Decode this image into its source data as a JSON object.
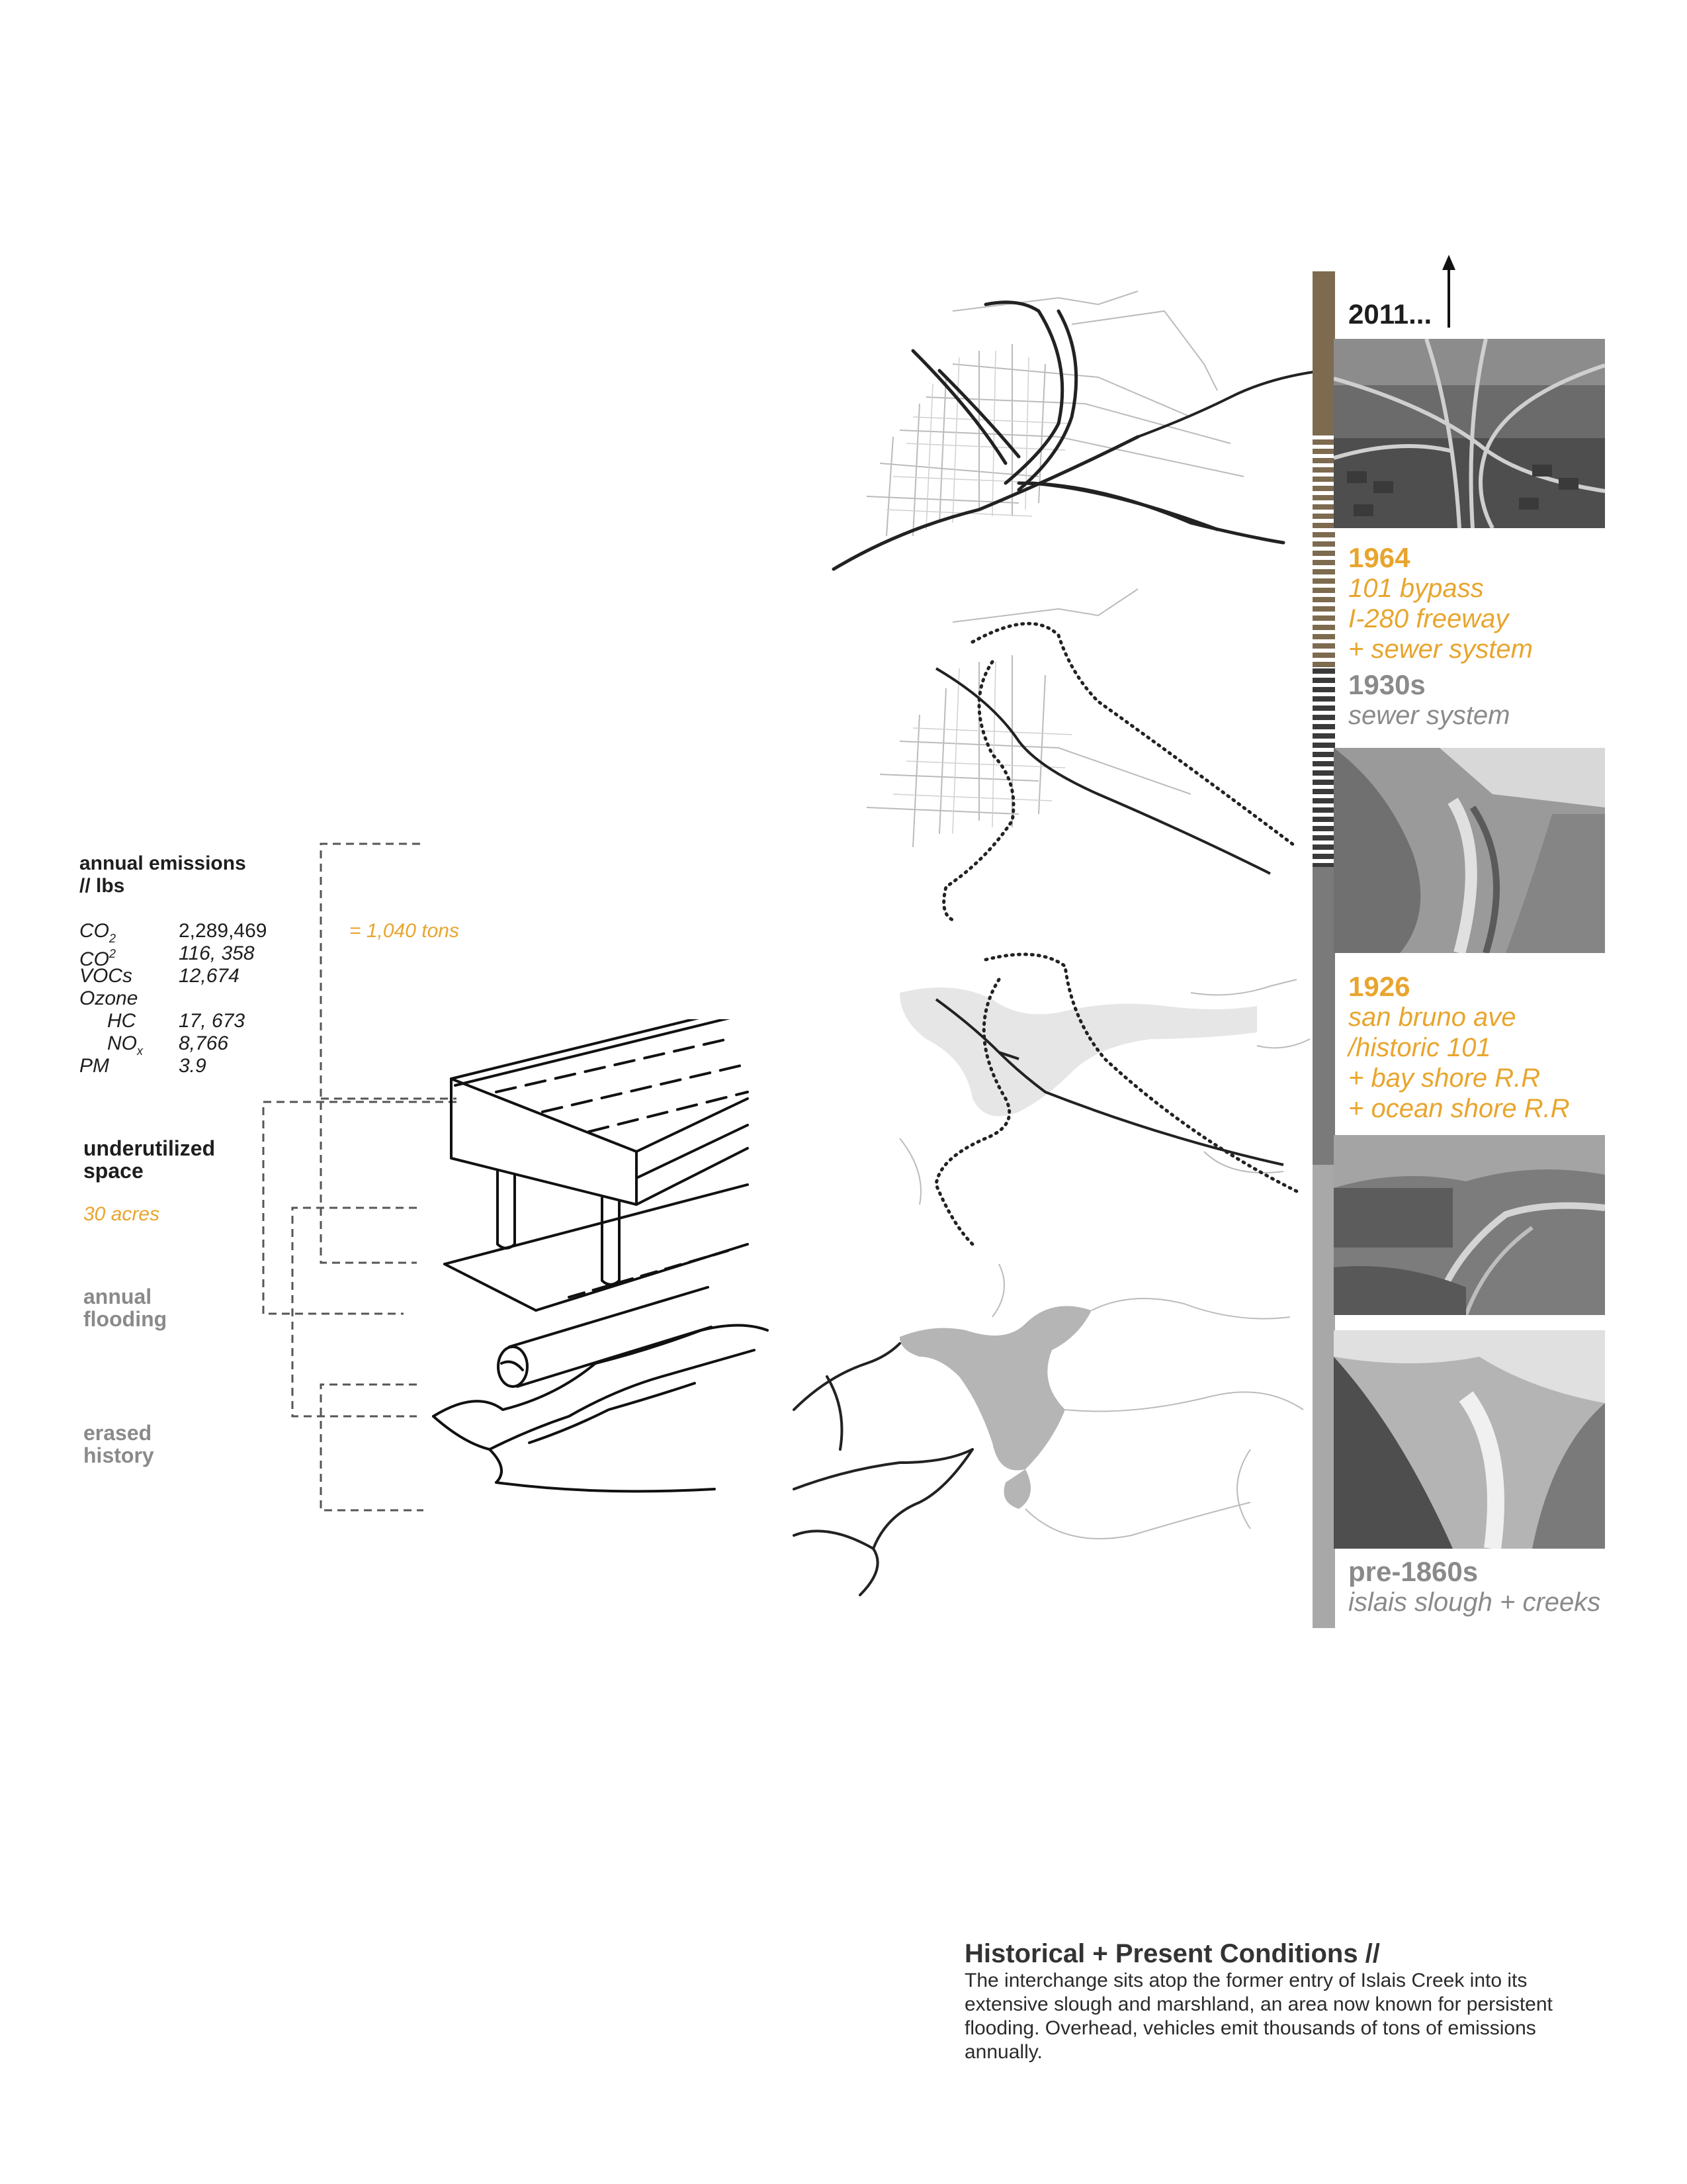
{
  "emissions": {
    "heading_line1": "annual emissions",
    "heading_line2": "// lbs",
    "rows": [
      {
        "name": "CO",
        "mark": "2",
        "mark_type": "sub",
        "value": "2,289,469",
        "indent": false
      },
      {
        "name": "CO",
        "mark": "2",
        "mark_type": "sup",
        "value": "116, 358",
        "indent": false
      },
      {
        "name": "VOCs",
        "mark": "",
        "mark_type": "",
        "value": "12,674",
        "indent": false
      },
      {
        "name": "Ozone",
        "mark": "",
        "mark_type": "",
        "value": "",
        "indent": false
      },
      {
        "name": "HC",
        "mark": "",
        "mark_type": "",
        "value": "17, 673",
        "indent": true
      },
      {
        "name": "NO",
        "mark": "x",
        "mark_type": "sub",
        "value": "8,766",
        "indent": true
      },
      {
        "name": "PM",
        "mark": "",
        "mark_type": "",
        "value": "3.9",
        "indent": false
      }
    ],
    "total": "= 1,040 tons"
  },
  "categories": {
    "underutilized_line1": "underutilized",
    "underutilized_line2": "space",
    "underutilized_value": "30 acres",
    "flooding_line1": "annual",
    "flooding_line2": "flooding",
    "history_line1": "erased",
    "history_line2": "history"
  },
  "timeline": {
    "top_label": "2011...",
    "era_1964": {
      "year": "1964",
      "lines": [
        "101 bypass",
        "I-280 freeway",
        "+ sewer system"
      ]
    },
    "era_1930s": {
      "year": "1930s",
      "lines": [
        "sewer system"
      ]
    },
    "era_1926": {
      "year": "1926",
      "lines": [
        "san bruno ave",
        "/historic 101",
        "+ bay shore R.R",
        "+ ocean shore R.R"
      ]
    },
    "era_pre1860s": {
      "year": "pre-1860s",
      "lines": [
        "islais slough + creeks"
      ]
    },
    "colors": {
      "brown": "#7d6a4f",
      "dark": "#3a3a3a",
      "mid": "#7a7a7a",
      "light": "#a8a8a8",
      "accent": "#e8a52e"
    }
  },
  "caption": {
    "title": "Historical + Present Conditions //",
    "body": "The interchange sits atop the former entry of Islais Creek into its extensive slough and marshland, an area now known for persistent flooding. Overhead, vehicles emit thousands of tons of emissions annually."
  }
}
